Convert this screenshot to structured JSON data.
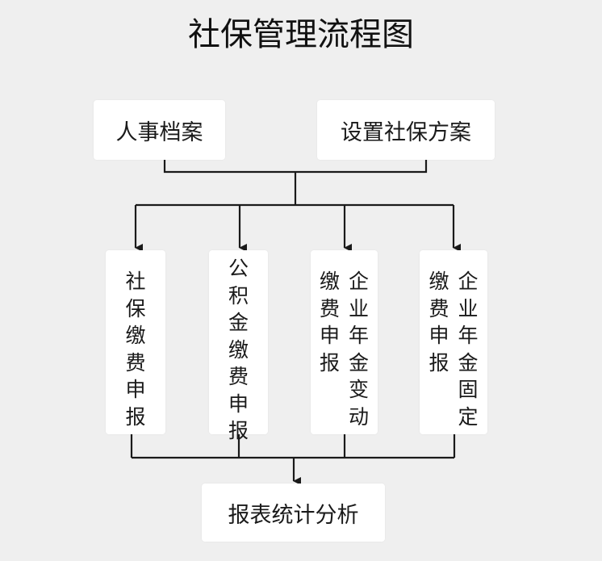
{
  "title": "社保管理流程图",
  "top_nodes": {
    "left": "人事档案",
    "right": "设置社保方案"
  },
  "middle_nodes": [
    {
      "id": "social-insurance",
      "columns": [
        "社保缴费申报"
      ]
    },
    {
      "id": "housing-fund",
      "columns": [
        "公积金缴费申报"
      ]
    },
    {
      "id": "annuity-variable",
      "columns": [
        "缴费申报",
        "企业年金变动"
      ]
    },
    {
      "id": "annuity-fixed",
      "columns": [
        "缴费申报",
        "企业年金固定"
      ]
    }
  ],
  "bottom_node": "报表统计分析",
  "colors": {
    "background": "#efefef",
    "box": "#ffffff",
    "line": "#1a1a1a"
  }
}
